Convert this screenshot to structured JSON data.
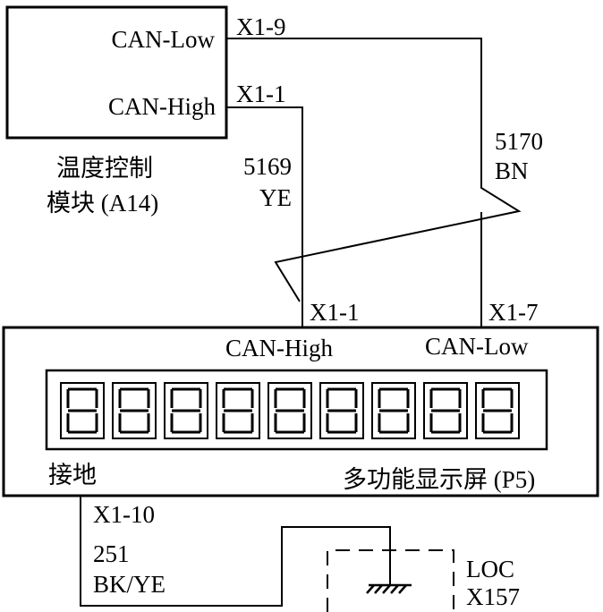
{
  "temp_module": {
    "pin_low_label": "CAN-Low",
    "pin_high_label": "CAN-High",
    "name_line1": "温度控制",
    "name_line2": "模块 (A14)"
  },
  "wires": {
    "low_connector_top": "X1-9",
    "high_connector_top": "X1-1",
    "high_wire_number": "5169",
    "high_wire_color": "YE",
    "low_wire_number": "5170",
    "low_wire_color": "BN",
    "high_connector_bottom": "X1-1",
    "low_connector_bottom": "X1-7"
  },
  "display_module": {
    "pin_high_label": "CAN-High",
    "pin_low_label": "CAN-Low",
    "ground_label": "接地",
    "name": "多功能显示屏 (P5)",
    "digit_count": 9
  },
  "ground": {
    "connector": "X1-10",
    "wire_number": "251",
    "wire_color": "BK/YE",
    "location_label": "LOC",
    "location_id": "X157"
  },
  "colors": {
    "line": "#000000",
    "background": "#ffffff"
  }
}
